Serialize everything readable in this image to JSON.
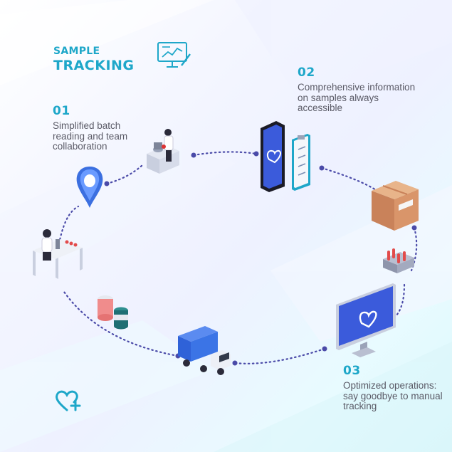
{
  "header": {
    "line1": "SAMPLE",
    "line2": "TRACKING"
  },
  "steps": [
    {
      "number": "01",
      "text": "Simplified batch reading and team collaboration"
    },
    {
      "number": "02",
      "text": "Comprehensive information on samples always accessible"
    },
    {
      "number": "03",
      "text": "Optimized operations: say goodbye to manual tracking"
    }
  ],
  "colors": {
    "accent": "#1ea7c9",
    "path": "#4a4aa8",
    "text": "#5a5a66",
    "device_blue": "#3b5bdb",
    "box": "#d9956a"
  },
  "icons": [
    "chart-monitor-icon",
    "lab-researcher-icon",
    "smartphone-icon",
    "clipboard-icon",
    "cardboard-box-icon",
    "test-tube-rack-icon",
    "desktop-monitor-icon",
    "delivery-truck-icon",
    "sample-jars-icon",
    "location-pin-icon",
    "microscope-scientist-icon",
    "heart-plus-logo-icon"
  ]
}
